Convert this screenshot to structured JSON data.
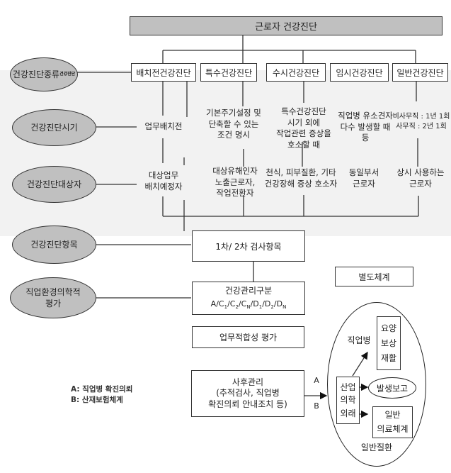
{
  "title": "근로자 건강진단",
  "row_labels": {
    "types": "건강진단종류",
    "types_overlay": "건강진단",
    "timing": "건강진단시기",
    "targets": "건강진단대상자",
    "items": "건강진단항목",
    "evaluation_line1": "직업환경의학적",
    "evaluation_line2": "평가"
  },
  "exam_types": [
    {
      "name": "배치전건강진단",
      "timing": [
        "업무배치전"
      ],
      "targets": [
        "대상업무",
        "배치예정자"
      ]
    },
    {
      "name": "특수건강진단",
      "timing": [
        "기본주기설정 및",
        "단축할 수 있는",
        "조건 명시"
      ],
      "targets": [
        "대상유해인자",
        "노출근로자,",
        "작업전환자"
      ]
    },
    {
      "name": "수시건강진단",
      "timing": [
        "특수건강진단",
        "시기 외에",
        "작업관련 증상을",
        "호소할 때"
      ],
      "targets": [
        "천식, 피부질환, 기타",
        "건강장해 증상 호소자"
      ]
    },
    {
      "name": "임시건강진단",
      "timing": [
        "직업병 유소견자",
        "다수 발생할 때",
        "등"
      ],
      "targets": [
        "동일부서",
        "근로자"
      ]
    },
    {
      "name": "일반건강진단",
      "timing": [
        "비사무직 : 1년 1회",
        "사무직 : 2년 1회"
      ],
      "targets": [
        "상시 사용하는",
        "근로자"
      ]
    }
  ],
  "flow": {
    "exam_items": "1차/ 2차 검사항목",
    "health_mgmt_title": "건강관리구분",
    "health_mgmt_codes": "A/C1/C2/CN/D1/D2/DN",
    "separate_system": "별도체계",
    "work_fitness": "업무적합성 평가",
    "followup_line1": "사후관리",
    "followup_line2": "(추적검사, 직업병",
    "followup_line3": "확진의뢰 안내조치 등)",
    "arrow_a": "A",
    "arrow_b": "B"
  },
  "legend": {
    "a": "A:  직업병  확진의뢰",
    "b": "B:  산재보험체계"
  },
  "referral": {
    "clinic": [
      "산업",
      "의학",
      "외래"
    ],
    "occupational_disease": "직업병",
    "compensation": [
      "요양",
      "보상",
      "재활"
    ],
    "report": "발생보고",
    "general_care": [
      "일반",
      "의료체계"
    ],
    "general_disease": "일반질환"
  }
}
